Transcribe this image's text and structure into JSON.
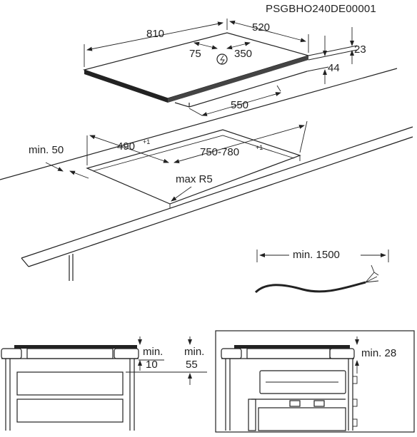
{
  "document_code": "PSGBHO240DE00001",
  "hob": {
    "width": "810",
    "depth": "520",
    "thickness": "23",
    "below_height": "44",
    "cable_offset_left": "75",
    "cable_offset_right": "350",
    "box_width": "550"
  },
  "cutout": {
    "depth": "490",
    "depth_tol": "+1",
    "width": "750-780",
    "width_tol": "+1",
    "radius": "max R5",
    "front_distance": "min. 50"
  },
  "cable": {
    "length": "min. 1500"
  },
  "sections": {
    "left_min_label_a": "min.",
    "left_min_value_a": "10",
    "left_min_label_b": "min.",
    "left_min_value_b": "55",
    "right_min_label": "min. 28"
  }
}
